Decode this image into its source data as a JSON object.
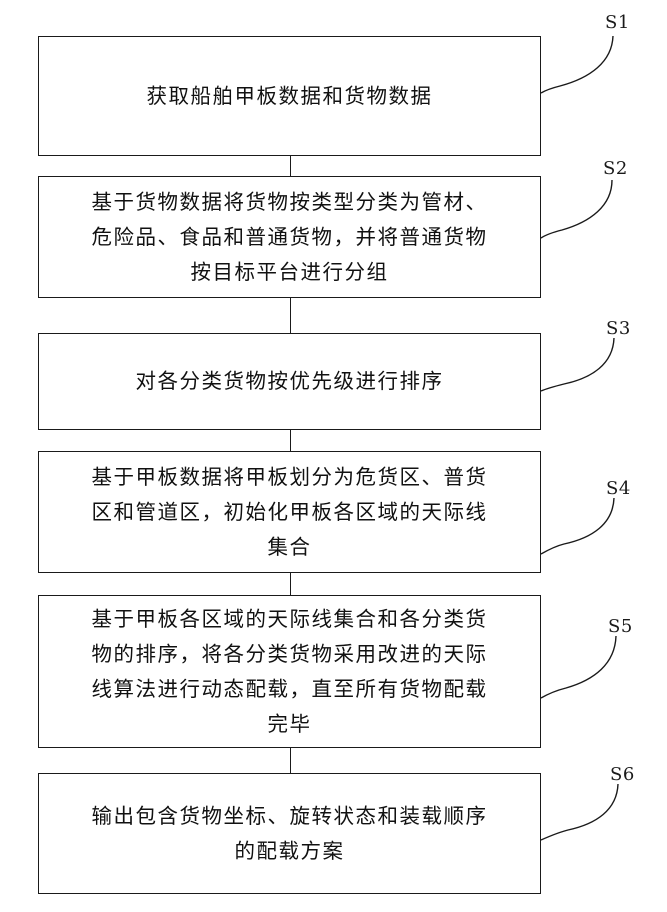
{
  "steps": [
    {
      "label": "S1",
      "text": "获取船舶甲板数据和货物数据"
    },
    {
      "label": "S2",
      "text": "基于货物数据将货物按类型分类为管材、\n危险品、食品和普通货物，并将普通货物\n按目标平台进行分组"
    },
    {
      "label": "S3",
      "text": "对各分类货物按优先级进行排序"
    },
    {
      "label": "S4",
      "text": "基于甲板数据将甲板划分为危货区、普货\n区和管道区，初始化甲板各区域的天际线\n集合"
    },
    {
      "label": "S5",
      "text": "基于甲板各区域的天际线集合和各分类货\n物的排序，将各分类货物采用改进的天际\n线算法进行动态配载，直至所有货物配载\n完毕"
    },
    {
      "label": "S6",
      "text": "输出包含货物坐标、旋转状态和装载顺序\n的配载方案"
    }
  ]
}
